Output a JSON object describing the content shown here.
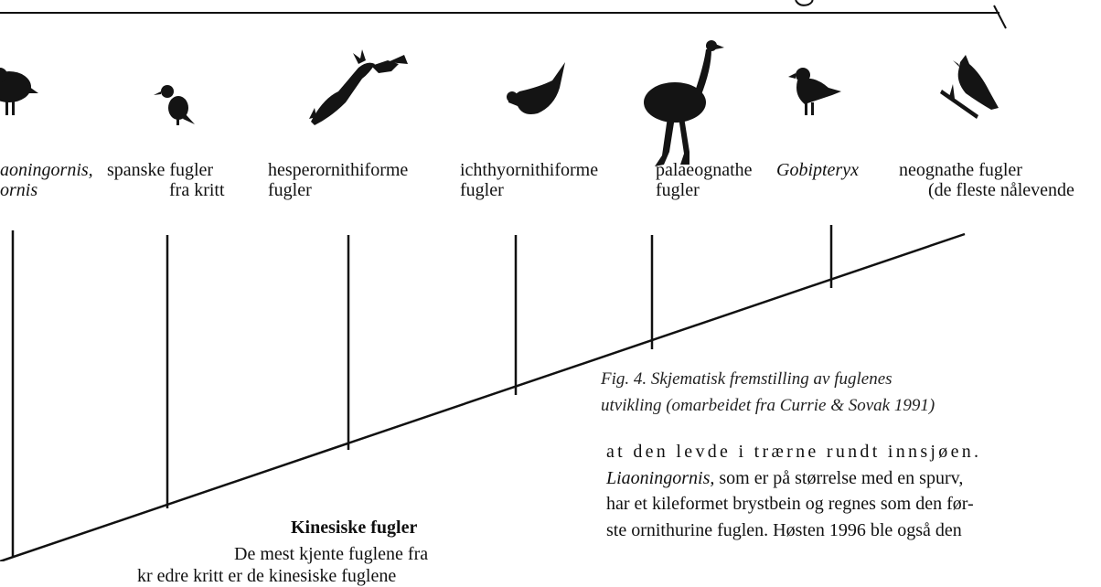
{
  "taxa": [
    {
      "line1": "aoningornis,",
      "line2": "ornis",
      "italic": true
    },
    {
      "line1": "spanske fugler",
      "line2": "fra kritt",
      "italic": false
    },
    {
      "line1": "hesperornithiforme",
      "line2": "fugler",
      "italic": false
    },
    {
      "line1": "ichthyornithiforme",
      "line2": "fugler",
      "italic": false
    },
    {
      "line1": "palaeognathe",
      "line2": "fugler",
      "italic": false
    },
    {
      "line1": "Gobipteryx",
      "line2": "",
      "italic": true
    },
    {
      "line1": "neognathe fugler",
      "line2": "(de fleste nålevende",
      "italic": false
    }
  ],
  "caption": {
    "line1": "Fig. 4. Skjematisk fremstilling av fuglenes",
    "line2": "utvikling (omarbeidet fra Currie & Sovak 1991)"
  },
  "heading": "Kinesiske fugler",
  "text_left": {
    "line1": "De mest kjente fuglene fra",
    "line2": "kr        edre kritt er de kinesiske fuglene"
  },
  "text_right": {
    "line1": "at den levde i trærne rundt innsjøen.",
    "line2_italic": "Liaoningornis,",
    "line2_rest": " som er på størrelse med en spurv,",
    "line3": "har et kileformet brystbein og regnes som den før-",
    "line4": "ste ornithurine fuglen. Høsten 1996 ble også den"
  },
  "colors": {
    "ink": "#111111",
    "silhouette": "#141414",
    "caption": "#222222"
  },
  "icons": [
    "bird-silhouette",
    "small-bird-silhouette",
    "diving-bird-silhouette",
    "flying-bird-silhouette",
    "ostrich-silhouette",
    "bird-silhouette",
    "bird-on-branch-silhouette"
  ]
}
